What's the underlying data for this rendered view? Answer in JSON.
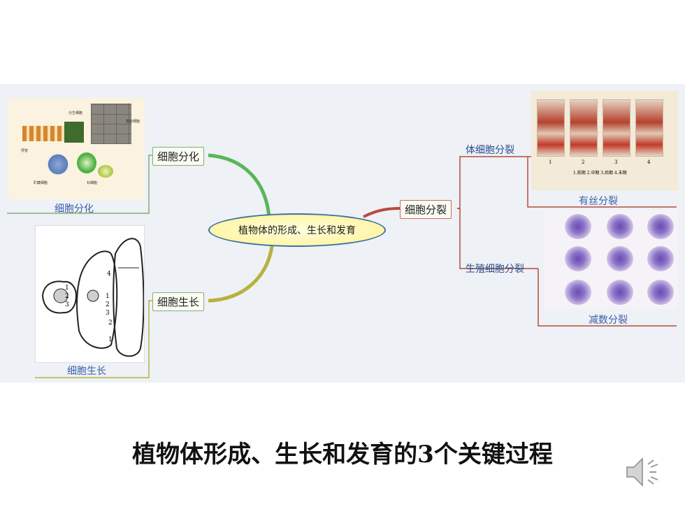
{
  "root": {
    "label": "植物体的形成、生长和发育"
  },
  "branches": {
    "differentiation": {
      "label": "细胞分化",
      "caption": "细胞分化"
    },
    "growth": {
      "label": "细胞生长",
      "caption": "细胞生长"
    },
    "division": {
      "label": "细胞分裂",
      "somatic": {
        "label": "体细胞分裂",
        "caption": "有丝分裂"
      },
      "germ": {
        "label": "生殖细胞分裂",
        "caption": "减数分裂"
      }
    }
  },
  "figure_text": {
    "diff": [
      "分生细胞",
      "表皮细胞",
      "导管",
      "贮藏细胞",
      "石细胞"
    ],
    "growth_numbers": [
      "1",
      "2",
      "3",
      "4",
      "1",
      "2",
      "3",
      "3",
      "2",
      "1"
    ],
    "mitosis_steps": [
      "1",
      "2",
      "3",
      "4"
    ],
    "mitosis_legend": "1.前期 2.中期 3.后期 4.末期"
  },
  "title": "植物体形成、生长和发育的3个关键过程",
  "icons": {
    "speaker": "speaker-icon"
  },
  "colors": {
    "background": "#eef1f5",
    "branch_green": "#5ab55a",
    "branch_olive": "#b9b13e",
    "branch_red": "#b94a3e",
    "root_fill": "#fff6a8",
    "root_border": "#3d6da8"
  }
}
